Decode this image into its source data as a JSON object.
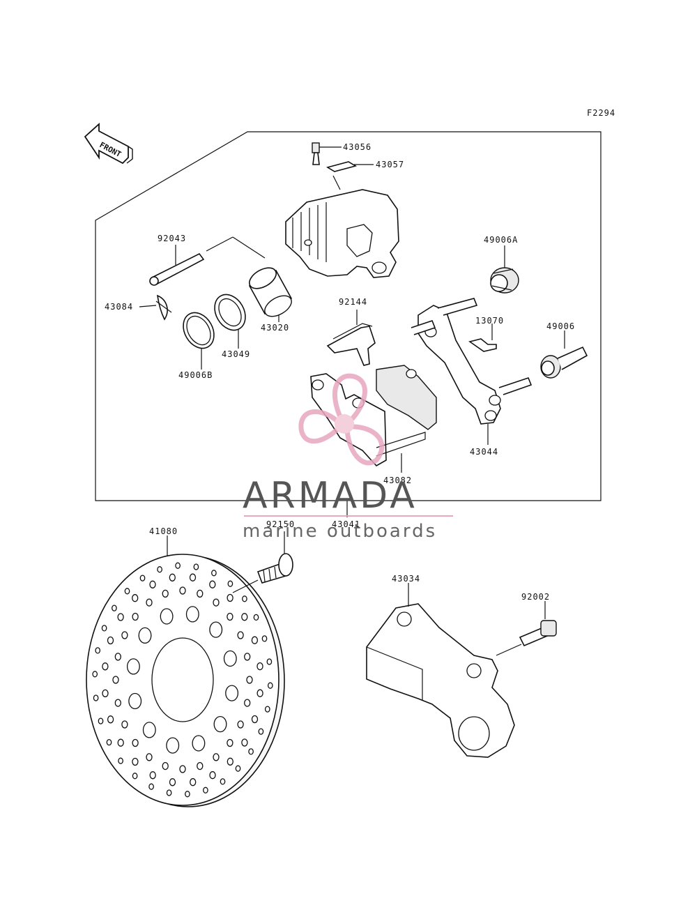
{
  "diagram": {
    "code": "F2294",
    "front_label": "FRONT",
    "parts": {
      "p43056": "43056",
      "p43057": "43057",
      "p92043": "92043",
      "p49006A": "49006A",
      "p43084": "43084",
      "p92144": "92144",
      "p13070": "13070",
      "p49006": "49006",
      "p43020": "43020",
      "p43049": "43049",
      "p49006B": "49006B",
      "p43044": "43044",
      "p43082": "43082",
      "p43041": "43041",
      "p41080": "41080",
      "p92150": "92150",
      "p43034": "43034",
      "p92002": "92002"
    }
  },
  "watermark": {
    "brand": "ARMADA",
    "tagline": "marine outboards",
    "colors": {
      "pink": "#e8a6bf",
      "text": "#555555"
    }
  }
}
